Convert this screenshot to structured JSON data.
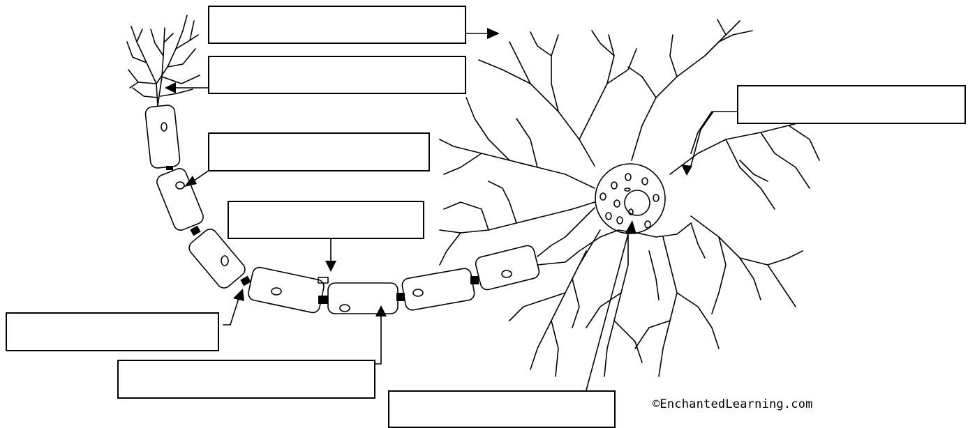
{
  "diagram": {
    "labels": [
      {
        "id": "dendrites",
        "text": ""
      },
      {
        "id": "axon-terminal",
        "text": ""
      },
      {
        "id": "node-of-ranvier",
        "text": ""
      },
      {
        "id": "schwann-cell",
        "text": ""
      },
      {
        "id": "nucleus",
        "text": ""
      },
      {
        "id": "myelin-sheath",
        "text": ""
      },
      {
        "id": "axon",
        "text": ""
      },
      {
        "id": "cell-body",
        "text": ""
      }
    ],
    "credit": "©EnchantedLearning.com",
    "colors": {
      "ink": "#000000",
      "background": "#ffffff"
    }
  }
}
